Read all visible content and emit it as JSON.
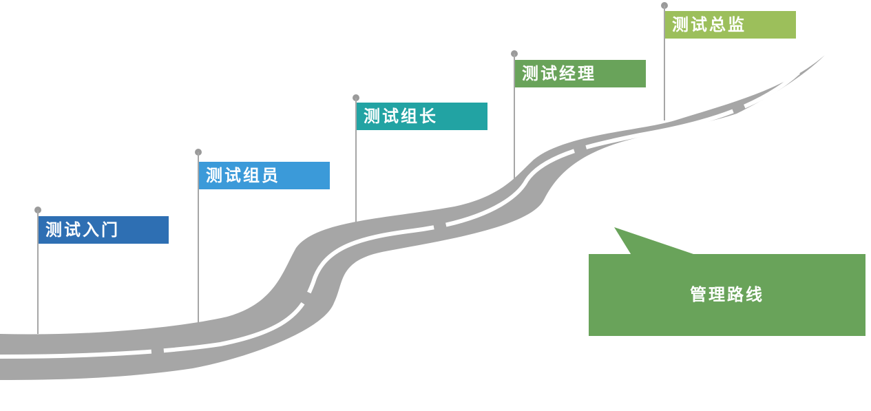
{
  "milestones": [
    {
      "label": "测试入门",
      "color": "#2e6fb3"
    },
    {
      "label": "测试组员",
      "color": "#3b9ad9"
    },
    {
      "label": "测试组长",
      "color": "#22a3a3"
    },
    {
      "label": "测试经理",
      "color": "#69a35a"
    },
    {
      "label": "测试总监",
      "color": "#9cbf5b"
    }
  ],
  "callout": {
    "label": "管理路线",
    "color": "#69a35a"
  },
  "road": {
    "color": "#a6a6a6",
    "lane_color": "#ffffff"
  }
}
